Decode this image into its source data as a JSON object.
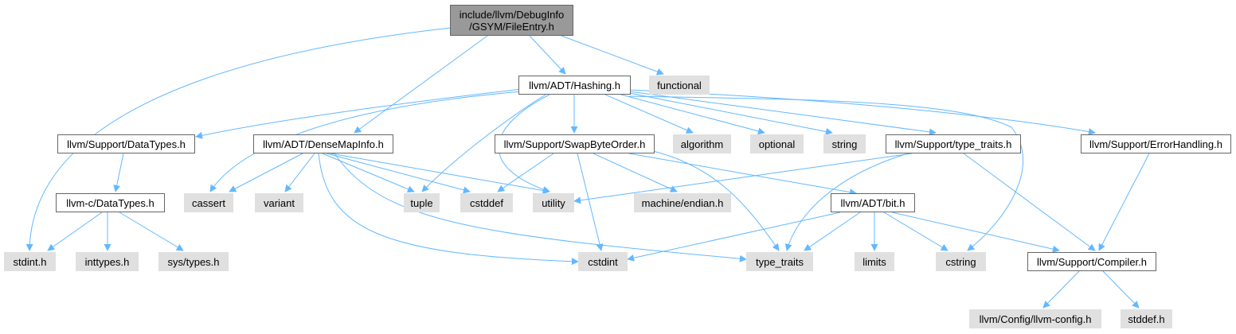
{
  "graph": {
    "root": {
      "line1": "include/llvm/DebugInfo",
      "line2": "/GSYM/FileEntry.h"
    },
    "nodes": {
      "hashing": "llvm/ADT/Hashing.h",
      "functional": "functional",
      "datatypes": "llvm/Support/DataTypes.h",
      "densemapinfo": "llvm/ADT/DenseMapInfo.h",
      "swapbyteorder": "llvm/Support/SwapByteOrder.h",
      "algorithm": "algorithm",
      "optional": "optional",
      "string": "string",
      "typetraits_h": "llvm/Support/type_traits.h",
      "errorhandling": "llvm/Support/ErrorHandling.h",
      "c_datatypes": "llvm-c/DataTypes.h",
      "cassert": "cassert",
      "variant": "variant",
      "tuple": "tuple",
      "cstddef": "cstddef",
      "utility": "utility",
      "endian": "machine/endian.h",
      "bit": "llvm/ADT/bit.h",
      "stdint": "stdint.h",
      "inttypes": "inttypes.h",
      "systypes": "sys/types.h",
      "cstdint": "cstdint",
      "type_traits": "type_traits",
      "limits": "limits",
      "cstring": "cstring",
      "compiler": "llvm/Support/Compiler.h",
      "llvmconfig": "llvm/Config/llvm-config.h",
      "stddef": "stddef.h"
    },
    "colors": {
      "edge": "#63b8ff",
      "root_fill": "#999999",
      "doc_fill": "#ffffff",
      "ext_fill": "#e0e0e0",
      "border": "#666666"
    }
  }
}
